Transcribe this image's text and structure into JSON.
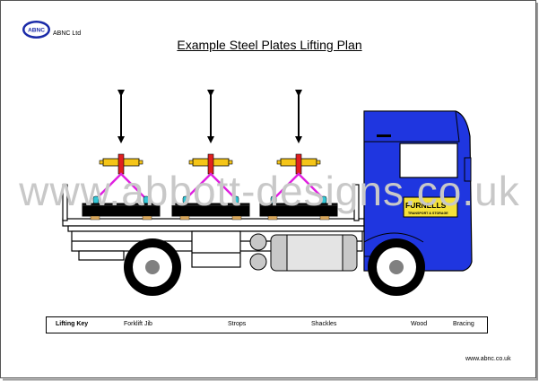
{
  "header": {
    "company": "ABNC Ltd",
    "logo_text": "ABNC",
    "title": "Example Steel Plates Lifting Plan"
  },
  "watermark": "www.abbott-designs.co.uk",
  "truck": {
    "brand": "FURNELLS",
    "brand_tagline": "TRANSPORT & STORAGE",
    "cab_color": "#1f36e0",
    "load_count": 3
  },
  "legend": {
    "title": "Lifting Key",
    "items": [
      {
        "label": "Forklift Jib",
        "color": "#f5c518"
      },
      {
        "label": "Strops",
        "color": "#e020e0"
      },
      {
        "label": "Shackles",
        "color": "#33c6d6"
      },
      {
        "label": "Wood",
        "color": "#d9a85c"
      },
      {
        "label": "Bracing",
        "color": "#d9a85c"
      }
    ]
  },
  "footer": {
    "website": "www.abnc.co.uk"
  }
}
